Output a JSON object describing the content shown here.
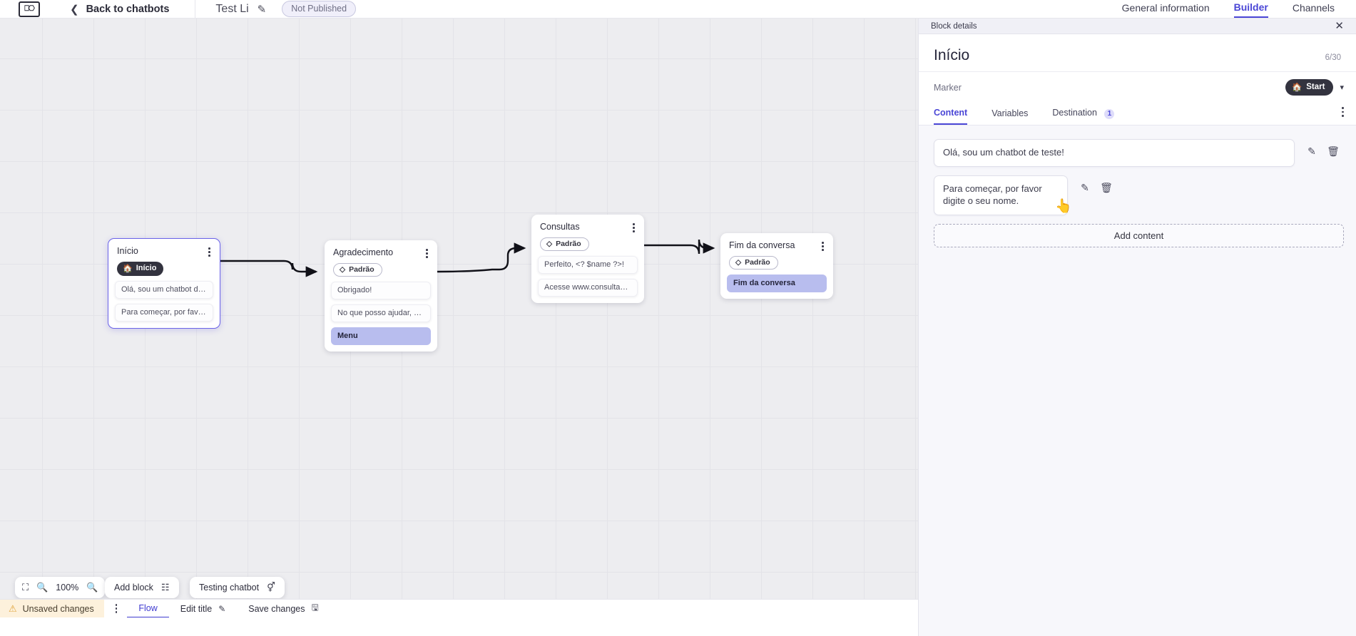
{
  "topbar": {
    "logo_icon": "chatbot-logo-icon",
    "back_chevron_icon": "chevron-left-icon",
    "back_label": "Back to chatbots",
    "bot_name": "Test Li",
    "edit_icon": "pencil-icon",
    "status_badge": "Not Published",
    "tabs": [
      {
        "label": "General information",
        "active": false
      },
      {
        "label": "Builder",
        "active": true
      },
      {
        "label": "Channels",
        "active": false
      }
    ]
  },
  "canvas": {
    "nodes": [
      {
        "id": "inicio",
        "title": "Início",
        "badge": "Início",
        "badge_icon": "home-icon",
        "badge_type": "start",
        "selected": true,
        "rows": [
          {
            "text": "Olá, sou um chatbot de teste!",
            "highlight": false
          },
          {
            "text": "Para começar, por favor digite o ...",
            "highlight": false
          }
        ]
      },
      {
        "id": "agradecimento",
        "title": "Agradecimento",
        "badge": "Padrão",
        "badge_icon": "tag-icon",
        "badge_type": "default",
        "selected": false,
        "rows": [
          {
            "text": "Obrigado!",
            "highlight": false
          },
          {
            "text": "No que posso ajudar, <? $name ...",
            "highlight": false
          },
          {
            "text": "Menu",
            "highlight": true
          }
        ]
      },
      {
        "id": "consultas",
        "title": "Consultas",
        "badge": "Padrão",
        "badge_icon": "tag-icon",
        "badge_type": "default",
        "selected": false,
        "rows": [
          {
            "text": "Perfeito, <? $name ?>!",
            "highlight": false
          },
          {
            "text": "Acesse www.consultas.com par...",
            "highlight": false
          }
        ]
      },
      {
        "id": "fim",
        "title": "Fim da conversa",
        "badge": "Padrão",
        "badge_icon": "tag-icon",
        "badge_type": "default",
        "selected": false,
        "rows": [
          {
            "text": "Fim da conversa",
            "highlight": true
          }
        ]
      }
    ],
    "toolbar": {
      "fit_icon": "fit-screen-icon",
      "zoom_out_icon": "zoom-out-icon",
      "zoom_level": "100%",
      "zoom_in_icon": "zoom-in-icon",
      "add_block_label": "Add block",
      "add_block_icon": "add-block-icon",
      "testing_label": "Testing chatbot",
      "testing_icon": "flask-icon"
    }
  },
  "statusbar": {
    "warning_icon": "warning-triangle-icon",
    "unsaved_label": "Unsaved changes",
    "kebab_icon": "more-vertical-icon",
    "flow_tab": "Flow",
    "edit_title_label": "Edit title",
    "edit_title_icon": "pencil-icon",
    "save_label": "Save changes",
    "save_icon": "save-icon"
  },
  "panel": {
    "header_title": "Block details",
    "close_icon": "close-icon",
    "block_title": "Início",
    "char_count": "6/30",
    "marker_label": "Marker",
    "marker_value": "Start",
    "marker_icon": "home-icon",
    "marker_chevron_icon": "chevron-down-icon",
    "kebab_icon": "more-vertical-icon",
    "tabs": [
      {
        "label": "Content",
        "active": true,
        "count": ""
      },
      {
        "label": "Variables",
        "active": false,
        "count": ""
      },
      {
        "label": "Destination",
        "active": false,
        "count": "1"
      }
    ],
    "contents": [
      {
        "text": "Olá, sou um chatbot de teste!",
        "edit_icon": "pencil-icon",
        "delete_icon": "trash-icon"
      },
      {
        "text": "Para começar, por favor digite o seu nome.",
        "edit_icon": "pencil-icon",
        "delete_icon": "trash-icon"
      }
    ],
    "add_content_label": "Add content"
  },
  "colors": {
    "accent": "#4a46d6",
    "highlight_row": "#b8bdee",
    "badge_dark": "#33333f",
    "canvas_bg": "#ededf0",
    "warning_bg": "#fdf1dc"
  }
}
